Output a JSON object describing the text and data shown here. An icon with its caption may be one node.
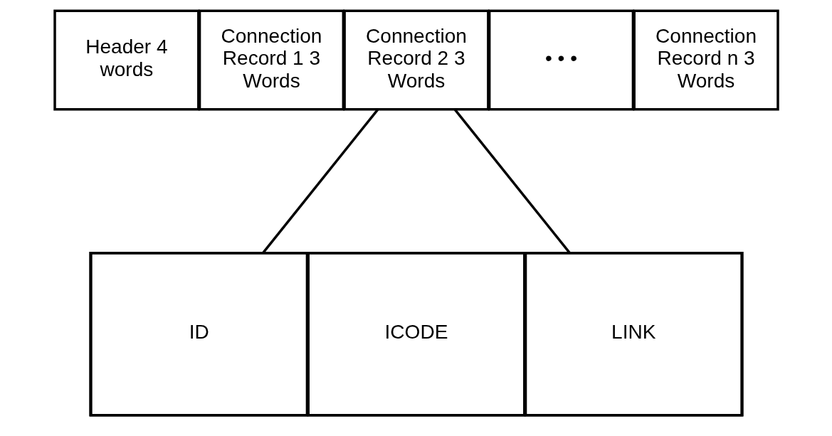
{
  "diagram": {
    "nodes": [
      {
        "text": [
          "Header 4 words"
        ]
      },
      {
        "text": [
          "Connection Record 1 3 Words"
        ]
      },
      {
        "text": [
          "Connection Record 2 3 Words"
        ]
      },
      {
        "text": [
          "• • •"
        ]
      },
      {
        "text": [
          "Connection Record n 3 Words"
        ]
      },
      {
        "text": [],
        "shape": "box"
      },
      {
        "text": [
          "ID"
        ],
        "in": 5
      },
      {
        "text": [
          "ICODE"
        ],
        "in": 5
      },
      {
        "text": [
          "LINK"
        ],
        "in": 5
      }
    ],
    "edges": [
      {
        "from": 2,
        "to": 5,
        "arrow": "none"
      },
      {
        "from": 2,
        "to": 5,
        "arrow": "none"
      }
    ]
  }
}
